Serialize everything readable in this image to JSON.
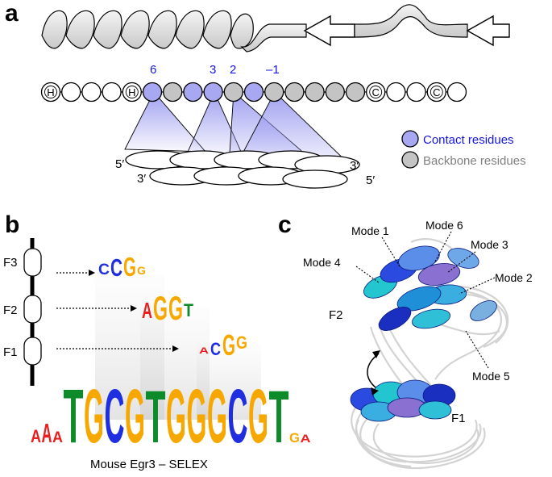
{
  "panels": {
    "a": "a",
    "b": "b",
    "c": "c"
  },
  "panel_a": {
    "residues": [
      "H",
      "",
      "",
      "",
      "H",
      "c6",
      "g",
      "c3",
      "c2",
      "g",
      "c-1",
      "g",
      "g",
      "g",
      "g",
      "g",
      "C",
      "",
      "",
      "C",
      ""
    ],
    "position_labels": [
      "6",
      "3",
      "2",
      "–1"
    ],
    "dna_ends": {
      "top_left": "5′",
      "bottom_left": "3′",
      "top_right": "3′",
      "bottom_right": "5′"
    },
    "legend": [
      {
        "label": "Contact residues",
        "color": "#a8a8f2"
      },
      {
        "label": "Backbone residues",
        "color": "#c4c4c4"
      }
    ]
  },
  "panel_b": {
    "fingers": [
      "F3",
      "F2",
      "F1"
    ],
    "caption": "Mouse Egr3 – SELEX",
    "consensus": "AAATGCGTGGGCGTGA",
    "motif_F3": "CCGG",
    "motif_F2": "AGGT",
    "motif_F1": "ACGG"
  },
  "panel_c": {
    "modes": [
      "Mode 1",
      "Mode 6",
      "Mode 3",
      "Mode 4",
      "Mode 2",
      "Mode 5"
    ],
    "fingers": [
      "F2",
      "F1"
    ]
  },
  "colors": {
    "contact": "#a8a8f2",
    "backbone": "#c4c4c4",
    "A": "#e8201f",
    "C": "#1f2fe0",
    "G": "#f7a800",
    "T": "#0d8a2a"
  }
}
